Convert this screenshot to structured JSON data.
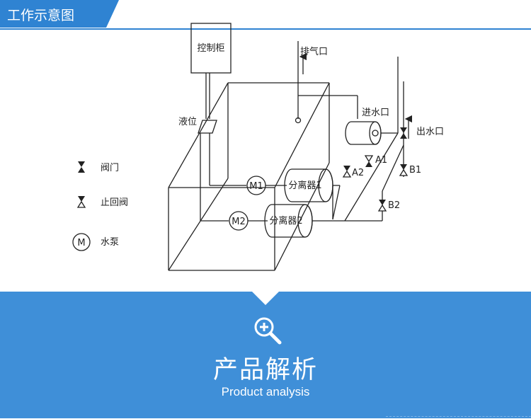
{
  "header": {
    "title": "工作示意图",
    "accent": "#2f83d2"
  },
  "diagram": {
    "labels": {
      "control_cabinet": "控制柜",
      "exhaust": "排气口",
      "level": "液位",
      "inlet": "进水口",
      "outlet": "出水口",
      "pump1": "M1",
      "pump2": "M2",
      "separator1": "分离器1",
      "separator2": "分离器2",
      "valve_a1": "A1",
      "valve_a2": "A2",
      "valve_b1": "B1",
      "valve_b2": "B2"
    },
    "legend": [
      {
        "icon": "valve-icon",
        "label": "阀门"
      },
      {
        "icon": "check-valve-icon",
        "label": "止回阀"
      },
      {
        "icon": "pump-icon",
        "symbol": "M",
        "label": "水泵"
      }
    ]
  },
  "banner": {
    "title": "产品解析",
    "subtitle": "Product analysis",
    "background": "#3f8fd8",
    "icon": "magnifier-plus-icon"
  }
}
